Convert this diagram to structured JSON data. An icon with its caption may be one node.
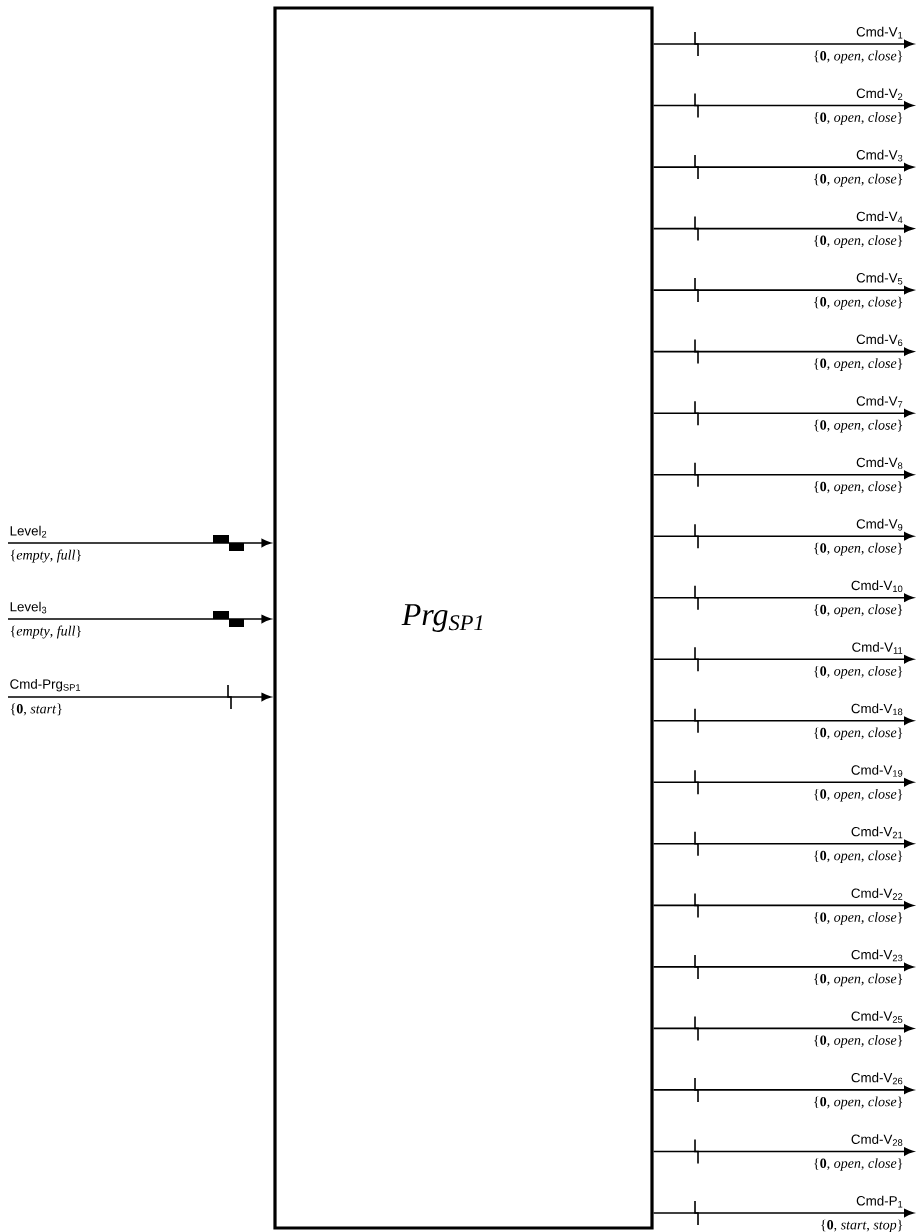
{
  "diagram": {
    "nodes": [
      {
        "text": [
          "Prg$_{SP1}$"
        ]
      },
      {
        "text": [
          "Level$_{2}$",
          "{*empty*, *full*}"
        ]
      },
      {
        "text": [
          "Level$_{3}$",
          "{*empty*, *full*}"
        ]
      },
      {
        "text": [
          "Cmd-Prg$_{SP1}$",
          "{**0**, *start*}"
        ]
      },
      {
        "text": [
          "Cmd-V$_{1}$",
          "{**0**, *open*, *close*}"
        ]
      },
      {
        "text": [
          "Cmd-V$_{2}$",
          "{**0**, *open*, *close*}"
        ]
      },
      {
        "text": [
          "Cmd-V$_{3}$",
          "{**0**, *open*, *close*}"
        ]
      },
      {
        "text": [
          "Cmd-V$_{4}$",
          "{**0**, *open*, *close*}"
        ]
      },
      {
        "text": [
          "Cmd-V$_{5}$",
          "{**0**, *open*, *close*}"
        ]
      },
      {
        "text": [
          "Cmd-V$_{6}$",
          "{**0**, *open*, *close*}"
        ]
      },
      {
        "text": [
          "Cmd-V$_{7}$",
          "{**0**, *open*, *close*}"
        ]
      },
      {
        "text": [
          "Cmd-V$_{8}$",
          "{**0**, *open*, *close*}"
        ]
      },
      {
        "text": [
          "Cmd-V$_{9}$",
          "{**0**, *open*, *close*}"
        ]
      },
      {
        "text": [
          "Cmd-V$_{10}$",
          "{**0**, *open*, *close*}"
        ]
      },
      {
        "text": [
          "Cmd-V$_{11}$",
          "{**0**, *open*, *close*}"
        ]
      },
      {
        "text": [
          "Cmd-V$_{18}$",
          "{**0**, *open*, *close*}"
        ]
      },
      {
        "text": [
          "Cmd-V$_{19}$",
          "{**0**, *open*, *close*}"
        ]
      },
      {
        "text": [
          "Cmd-V$_{21}$",
          "{**0**, *open*, *close*}"
        ]
      },
      {
        "text": [
          "Cmd-V$_{22}$",
          "{**0**, *open*, *close*}"
        ]
      },
      {
        "text": [
          "Cmd-V$_{23}$",
          "{**0**, *open*, *close*}"
        ]
      },
      {
        "text": [
          "Cmd-V$_{25}$",
          "{**0**, *open*, *close*}"
        ]
      },
      {
        "text": [
          "Cmd-V$_{26}$",
          "{**0**, *open*, *close*}"
        ]
      },
      {
        "text": [
          "Cmd-V$_{28}$",
          "{**0**, *open*, *close*}"
        ]
      },
      {
        "text": [
          "Cmd-P$_{1}$",
          "{**0**, *start*, *stop*}"
        ]
      }
    ],
    "edges": [
      {
        "from": 1,
        "to": 0,
        "arrow": "to"
      },
      {
        "from": 2,
        "to": 0,
        "arrow": "to"
      },
      {
        "from": 3,
        "to": 0,
        "arrow": "to"
      },
      {
        "from": 0,
        "to": 4,
        "arrow": "to"
      },
      {
        "from": 0,
        "to": 5,
        "arrow": "to"
      },
      {
        "from": 0,
        "to": 6,
        "arrow": "to"
      },
      {
        "from": 0,
        "to": 7,
        "arrow": "to"
      },
      {
        "from": 0,
        "to": 8,
        "arrow": "to"
      },
      {
        "from": 0,
        "to": 9,
        "arrow": "to"
      },
      {
        "from": 0,
        "to": 10,
        "arrow": "to"
      },
      {
        "from": 0,
        "to": 11,
        "arrow": "to"
      },
      {
        "from": 0,
        "to": 12,
        "arrow": "to"
      },
      {
        "from": 0,
        "to": 13,
        "arrow": "to"
      },
      {
        "from": 0,
        "to": 14,
        "arrow": "to"
      },
      {
        "from": 0,
        "to": 15,
        "arrow": "to"
      },
      {
        "from": 0,
        "to": 16,
        "arrow": "to"
      },
      {
        "from": 0,
        "to": 17,
        "arrow": "to"
      },
      {
        "from": 0,
        "to": 18,
        "arrow": "to"
      },
      {
        "from": 0,
        "to": 19,
        "arrow": "to"
      },
      {
        "from": 0,
        "to": 20,
        "arrow": "to"
      },
      {
        "from": 0,
        "to": 21,
        "arrow": "to"
      },
      {
        "from": 0,
        "to": 22,
        "arrow": "to"
      },
      {
        "from": 0,
        "to": 23,
        "arrow": "to"
      }
    ]
  }
}
